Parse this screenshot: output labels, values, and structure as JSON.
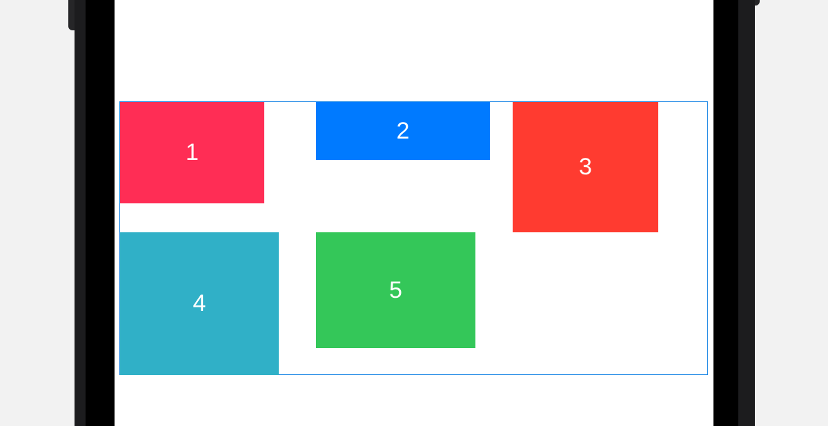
{
  "tiles": [
    {
      "label": "1",
      "color": "#ff2d55"
    },
    {
      "label": "2",
      "color": "#007aff"
    },
    {
      "label": "3",
      "color": "#ff3b30"
    },
    {
      "label": "4",
      "color": "#30b0c7"
    },
    {
      "label": "5",
      "color": "#34c759"
    }
  ],
  "container_border_color": "#1e88e5"
}
